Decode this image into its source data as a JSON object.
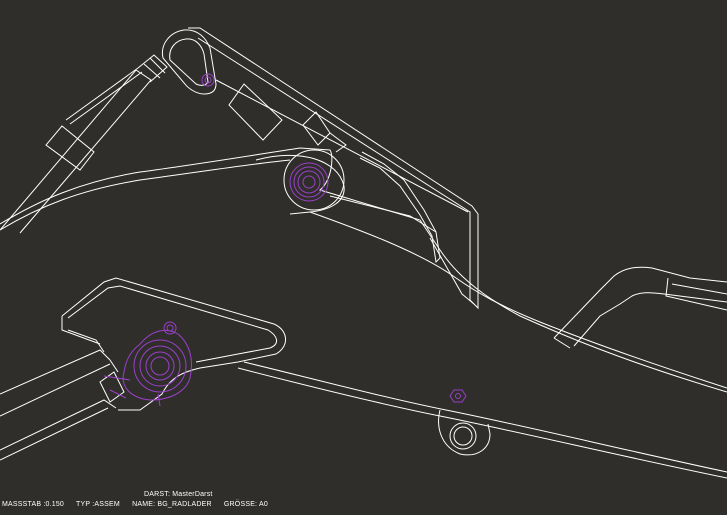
{
  "viewer": {
    "background_color": "#2f2e2a",
    "line_color": "#ffffff",
    "highlight_color": "#9a40c9"
  },
  "title_block": {
    "darst": "DARST: MasterDarst",
    "massstab": "MASSSTAB :0.150",
    "typ": "TYP :ASSEM",
    "name": "NAME: BG_RADLADER",
    "groesse": "GRÖSSE: A0"
  }
}
